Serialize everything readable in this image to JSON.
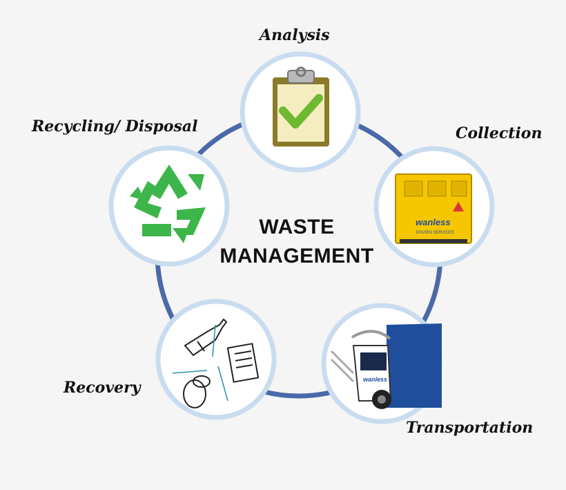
{
  "center": {
    "line1": "WASTE",
    "line2": "MANAGEMENT"
  },
  "stages": {
    "analysis": "Analysis",
    "collection": "Collection",
    "transportation": "Transportation",
    "recovery": "Recovery",
    "recycling": "Recycling/ Disposal"
  },
  "bin": {
    "brand": "wanless",
    "sub": "ENVIRO SERVICES"
  },
  "truck": {
    "brand": "wanless"
  },
  "colors": {
    "ring": "#4a69a8",
    "node_border": "#c9dcef",
    "recycle": "#3cb54a",
    "truck_blue": "#1f4f9c",
    "bin_yellow": "#f6c700"
  }
}
